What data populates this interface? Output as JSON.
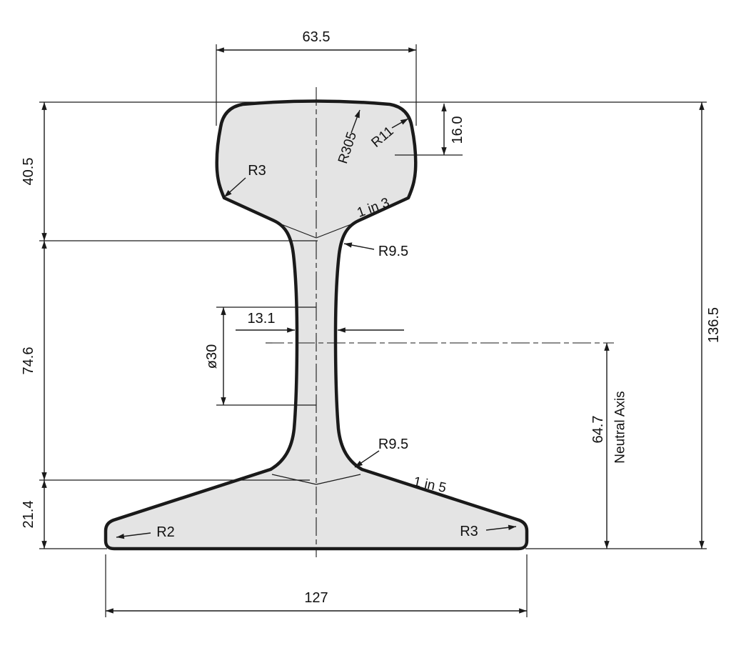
{
  "drawing": {
    "type": "rail-cross-section-technical-drawing",
    "colors": {
      "outline": "#1a1a1a",
      "fill": "#e4e4e4",
      "background": "#ffffff"
    },
    "labels": {
      "head_width": "63.5",
      "head_height": "40.5",
      "web_height": "74.6",
      "foot_height": "21.4",
      "total_height": "136.5",
      "foot_width": "127",
      "web_thickness": "13.1",
      "web_hole": "ø30",
      "head_corner_depth": "16.0",
      "crown_radius": "R305",
      "head_corner_radius": "R11",
      "head_fillet_radius": "R3",
      "head_slope": "1 in 3",
      "web_top_radius": "R9.5",
      "web_bottom_radius": "R9.5",
      "foot_slope": "1 in 5",
      "foot_left_radius": "R2",
      "foot_right_radius": "R3",
      "neutral_axis_offset": "64.7",
      "neutral_axis_label": "Neutral Axis"
    }
  }
}
